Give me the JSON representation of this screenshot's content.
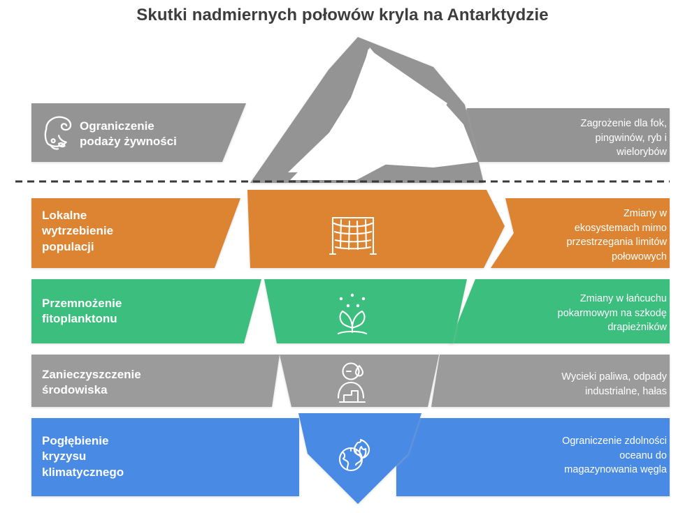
{
  "title": "Skutki nadmiernych połowów kryla na Antarktydzie",
  "colors": {
    "gray": "#949494",
    "orange": "#DD8430",
    "green": "#3BBE7E",
    "gray2": "#9B9B9B",
    "blue": "#4A8AE4",
    "title_text": "#3d3d3d",
    "waterline": "#3a3a3a",
    "label_text": "#ffffff",
    "background": "#ffffff"
  },
  "waterline": {
    "style": "dashed",
    "label": "sea-level-line"
  },
  "rows": [
    {
      "id": "row-food-supply",
      "color": "#949494",
      "above_water": true,
      "left_label": "Ograniczenie\npodaży żywności",
      "left_icon": "whale-icon",
      "center_icon": "",
      "right_label": "Zagrożenie dla fok,\npingwinów, ryb i\nwielorybów"
    },
    {
      "id": "row-local-extirpation",
      "color": "#DD8430",
      "above_water": false,
      "left_label": "Lokalne\nwytrzebienie\npopulacji",
      "left_icon": "",
      "center_icon": "fishing-net-icon",
      "right_label": "Zmiany w\nekosystemach mimo\nprzestrzegania limitów\npołowowych"
    },
    {
      "id": "row-phytoplankton",
      "color": "#3BBE7E",
      "above_water": false,
      "left_label": "Przemnożenie\nfitoplanktonu",
      "left_icon": "",
      "center_icon": "sprout-icon",
      "right_label": "Zmiany w łańcuchu\npokarmowym na szkodę\ndrapieżników"
    },
    {
      "id": "row-pollution",
      "color": "#9B9B9B",
      "above_water": false,
      "left_label": "Zanieczyszczenie\nśrodowiska",
      "left_icon": "",
      "center_icon": "pollution-icon",
      "right_label": "Wycieki paliwa,  odpady\nindustrialne, hałas"
    },
    {
      "id": "row-climate-crisis",
      "color": "#4A8AE4",
      "above_water": false,
      "left_label": "Pogłębienie\nkryzysu\nklimatycznego",
      "left_icon": "",
      "center_icon": "burning-globe-icon",
      "right_label": "Ograniczenie zdolności\noceanu do\nmagazynowania węgla"
    }
  ]
}
